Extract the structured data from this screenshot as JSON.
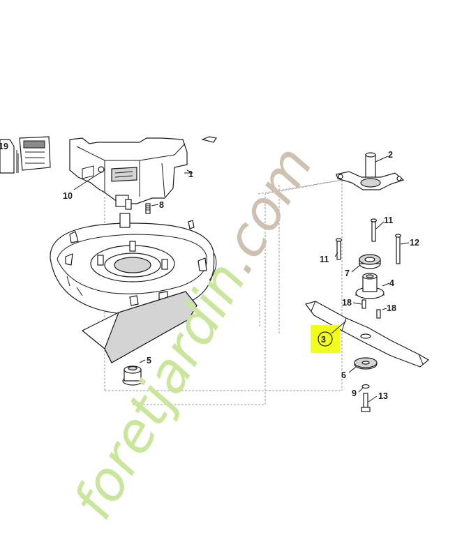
{
  "callouts": {
    "c1": "1",
    "c2": "2",
    "c3": "3",
    "c4": "4",
    "c5": "5",
    "c6": "6",
    "c7": "7",
    "c8": "8",
    "c9": "9",
    "c10": "10",
    "c11a": "11",
    "c11b": "11",
    "c12": "12",
    "c13": "13",
    "c18a": "18",
    "c18b": "18",
    "c19": "19"
  },
  "highlight": {
    "part": "3",
    "color": "#f2ff1a"
  },
  "watermark": {
    "text_main": "foretjardin",
    "text_suffix": ".com",
    "color_main": "#c9e79a",
    "color_orange": "#f5c690",
    "color_suffix": "#cfc1b0"
  }
}
